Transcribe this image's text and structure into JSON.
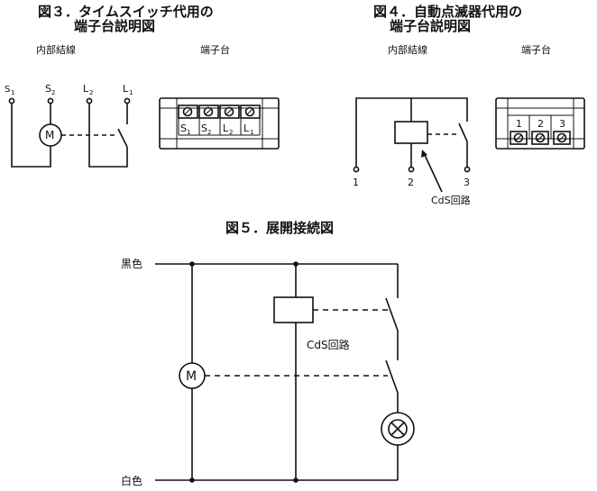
{
  "fig3": {
    "title_line1": "図３．タイムスイッチ代用の",
    "title_line2": "端子台説明図",
    "internal_label": "内部結線",
    "terminal_label": "端子台",
    "motor_symbol": "M",
    "terminals": [
      "S1",
      "S2",
      "L2",
      "L1"
    ]
  },
  "fig4": {
    "title_line1": "図４．自動点滅器代用の",
    "title_line2": "端子台説明図",
    "internal_label": "内部結線",
    "terminal_label": "端子台",
    "terminal_numbers": [
      "1",
      "2",
      "3"
    ],
    "cds_label": "CdS回路"
  },
  "fig5": {
    "title": "図５．展開接続図",
    "black_label": "黒色",
    "white_label": "白色",
    "motor_symbol": "M",
    "cds_label": "CdS回路"
  }
}
